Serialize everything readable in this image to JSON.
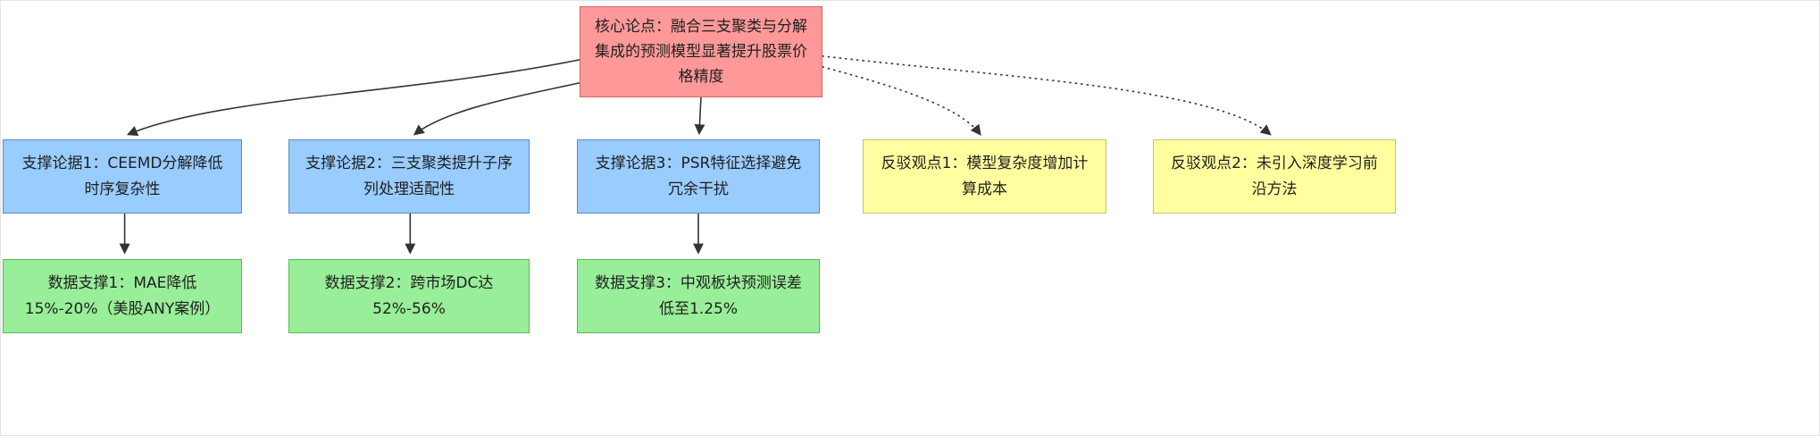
{
  "diagram": {
    "title": "argument-map-stock-prediction-model",
    "core": {
      "id": "core",
      "label": "核心论点：融合三支聚类与分解集成的预测模型显著提升股票价格精度"
    },
    "supports": [
      {
        "id": "support1",
        "label": "支撑论据1：CEEMD分解降低时序复杂性"
      },
      {
        "id": "support2",
        "label": "支撑论据2：三支聚类提升子序列处理适配性"
      },
      {
        "id": "support3",
        "label": "支撑论据3：PSR特征选择避免冗余干扰"
      }
    ],
    "rebuttals": [
      {
        "id": "rebuttal1",
        "label": "反驳观点1：模型复杂度增加计算成本"
      },
      {
        "id": "rebuttal2",
        "label": "反驳观点2：未引入深度学习前沿方法"
      }
    ],
    "evidence": [
      {
        "id": "evidence1",
        "label": "数据支撑1：MAE降低15%-20%（美股ANY案例）"
      },
      {
        "id": "evidence2",
        "label": "数据支撑2：跨市场DC达52%-56%"
      },
      {
        "id": "evidence3",
        "label": "数据支撑3：中观板块预测误差低至1.25%"
      }
    ],
    "edges": [
      {
        "from": "core",
        "to": "support1",
        "style": "solid"
      },
      {
        "from": "core",
        "to": "support2",
        "style": "solid"
      },
      {
        "from": "core",
        "to": "support3",
        "style": "solid"
      },
      {
        "from": "core",
        "to": "rebuttal1",
        "style": "dotted"
      },
      {
        "from": "core",
        "to": "rebuttal2",
        "style": "dotted"
      },
      {
        "from": "support1",
        "to": "evidence1",
        "style": "solid"
      },
      {
        "from": "support2",
        "to": "evidence2",
        "style": "solid"
      },
      {
        "from": "support3",
        "to": "evidence3",
        "style": "solid"
      }
    ]
  },
  "colors": {
    "core_fill": "#ff9999",
    "core_border": "#cf6a6a",
    "support_fill": "#99ccff",
    "support_border": "#5b8ec4",
    "rebuttal_fill": "#ffffa0",
    "rebuttal_border": "#c5c566",
    "evidence_fill": "#99ee99",
    "evidence_border": "#5cb85c",
    "edge_color": "#333333"
  }
}
